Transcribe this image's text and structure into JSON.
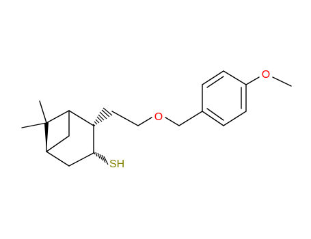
{
  "molecule": {
    "atoms": {
      "oxygen_ether": "O",
      "oxygen_methoxy": "O",
      "thiol": "SH"
    },
    "colors": {
      "bond": "#000000",
      "oxygen": "#ff0000",
      "sulfur": "#808000"
    }
  }
}
